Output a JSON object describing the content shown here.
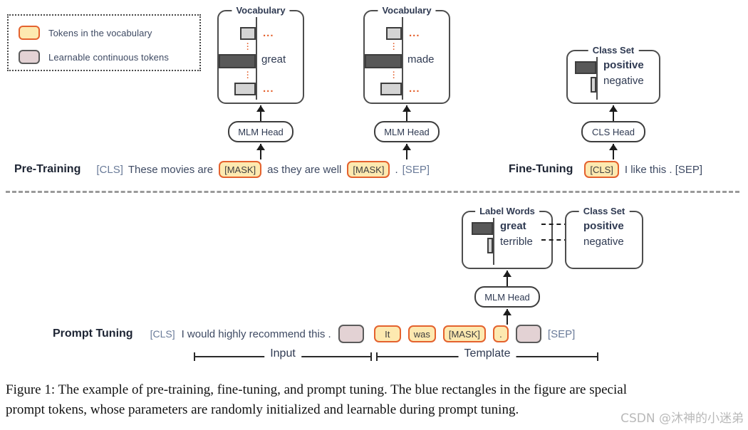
{
  "legend": {
    "items": [
      {
        "label": "Tokens in the vocabulary",
        "swatch": "vocab-token-swatch"
      },
      {
        "label": "Learnable continuous tokens",
        "swatch": "learnable-token-swatch"
      }
    ]
  },
  "colors": {
    "vocab_fill": "#fde9b0",
    "vocab_border": "#e4622e",
    "learnable_fill": "#e3d2d4",
    "learnable_border": "#5b5b5b",
    "bar_dark": "#585858",
    "bar_light": "#d4d4d4",
    "text": "#3e4a63",
    "divider": "#9a9a9a"
  },
  "pretraining": {
    "stage_label": "Pre-Training",
    "vocab_boxes": [
      {
        "title": "Vocabulary",
        "top_dots": "...",
        "bottom_dots": "...",
        "bars": [
          {
            "word": "",
            "kind": "light",
            "width": 22
          },
          {
            "word": "great",
            "kind": "dark",
            "width": 52
          },
          {
            "word": "",
            "kind": "light",
            "width": 30
          }
        ],
        "selected_word": "great"
      },
      {
        "title": "Vocabulary",
        "top_dots": "...",
        "bottom_dots": "...",
        "bars": [
          {
            "word": "",
            "kind": "light",
            "width": 22
          },
          {
            "word": "made",
            "kind": "dark",
            "width": 52
          },
          {
            "word": "",
            "kind": "light",
            "width": 30
          }
        ],
        "selected_word": "made"
      }
    ],
    "heads": [
      "MLM Head",
      "MLM Head"
    ],
    "sentence": {
      "cls": "[CLS]",
      "seg1": "These movies are",
      "mask1": "[MASK]",
      "seg2": "as they are well",
      "mask2": "[MASK]",
      "period": ".",
      "sep": "[SEP]"
    }
  },
  "finetuning": {
    "stage_label": "Fine-Tuning",
    "class_set": {
      "title": "Class Set",
      "classes": [
        {
          "label": "positive",
          "kind": "dark",
          "width": 30
        },
        {
          "label": "negative",
          "kind": "light",
          "width": 8
        }
      ]
    },
    "head": "CLS Head",
    "sentence": {
      "cls": "[CLS]",
      "text": "I like this . [SEP]"
    }
  },
  "prompttuning": {
    "stage_label": "Prompt Tuning",
    "label_words": {
      "title": "Label Words",
      "words": [
        {
          "label": "great",
          "kind": "dark",
          "width": 30
        },
        {
          "label": "terrible",
          "kind": "light",
          "width": 8
        }
      ]
    },
    "class_set": {
      "title": "Class Set",
      "classes": [
        {
          "label": "positive"
        },
        {
          "label": "negative"
        }
      ]
    },
    "head": "MLM Head",
    "sequence": {
      "cls": "[CLS]",
      "input_text": "I would highly recommend this .",
      "soft_token_1": "",
      "tok_it": "It",
      "tok_was": "was",
      "tok_mask": "[MASK]",
      "tok_period": ".",
      "soft_token_2": "",
      "sep": "[SEP]"
    },
    "spans": {
      "input": "Input",
      "template": "Template"
    }
  },
  "caption": {
    "line1": "Figure 1: The example of pre-training, fine-tuning, and prompt tuning. The blue rectangles in the figure are special",
    "line2": "prompt tokens, whose parameters are randomly initialized and learnable during prompt tuning."
  },
  "watermark": {
    "text": "CSDN @沐神的小迷弟"
  }
}
